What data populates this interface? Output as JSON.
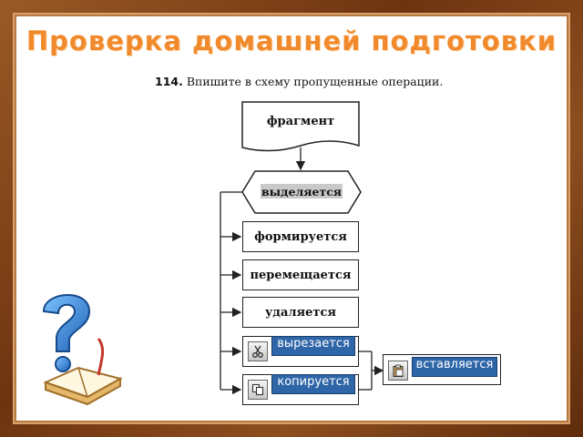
{
  "slide": {
    "title": "Проверка домашней подготовки"
  },
  "task": {
    "number": "114.",
    "text": "Впишите в схему пропущенные операции."
  },
  "flowchart": {
    "start": "фрагмент",
    "select": "выделяется",
    "steps": [
      "формируется",
      "перемещается",
      "удаляется"
    ],
    "cut": "вырезается",
    "copy": "копируется",
    "paste": "вставляется"
  },
  "icons": {
    "cut": "scissors-icon",
    "copy": "copy-icon",
    "paste": "paste-clipboard-icon",
    "decor": "question-book-icon"
  },
  "colors": {
    "title": "#f08a2c",
    "label_fill": "#2f66a8",
    "frame": "#7a3f14"
  }
}
